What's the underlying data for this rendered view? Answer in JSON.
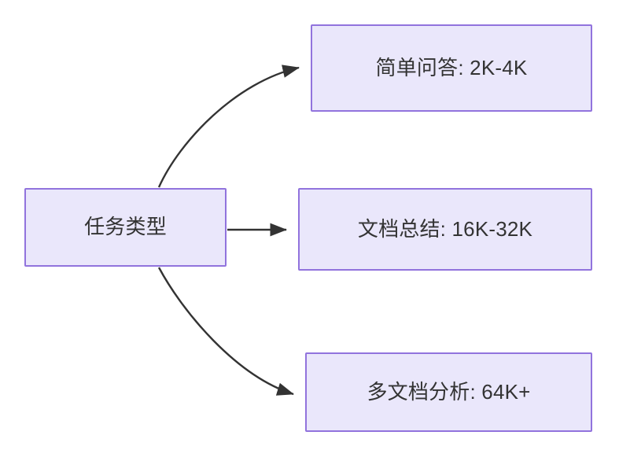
{
  "diagram": {
    "type": "flowchart",
    "direction": "left-to-right",
    "background_color": "#ffffff",
    "node_fill_color": "#eae7fb",
    "node_border_color": "#9173dd",
    "node_text_color": "#333333",
    "edge_color": "#333333",
    "nodes": [
      {
        "id": "root",
        "label": "任务类型"
      },
      {
        "id": "simple_qa",
        "label": "简单问答: 2K-4K"
      },
      {
        "id": "doc_sum",
        "label": "文档总结: 16K-32K"
      },
      {
        "id": "multi_doc",
        "label": "多文档分析: 64K+"
      }
    ],
    "edges": [
      {
        "from": "root",
        "to": "simple_qa",
        "label": "",
        "style": "curved-arrow"
      },
      {
        "from": "root",
        "to": "doc_sum",
        "label": "",
        "style": "straight-arrow"
      },
      {
        "from": "root",
        "to": "multi_doc",
        "label": "",
        "style": "curved-arrow"
      }
    ]
  }
}
